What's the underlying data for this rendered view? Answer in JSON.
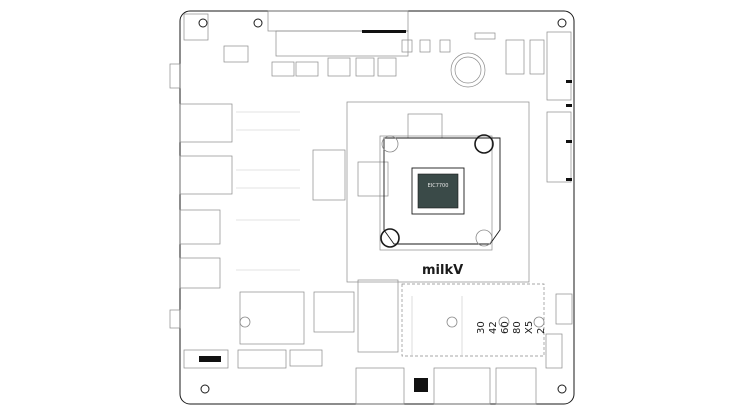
{
  "board": {
    "brand": "milkV",
    "chip_label": "EIC7700",
    "slot_labels": [
      "30",
      "42",
      "60",
      "80"
    ],
    "slot_key_label": "X5",
    "side_label": "2"
  },
  "colors": {
    "outline": "#1a1a1a",
    "detail": "#8a8a8a",
    "light": "#c8c8c8",
    "chip": "#3a4a48",
    "fill_dark": "#111111"
  }
}
